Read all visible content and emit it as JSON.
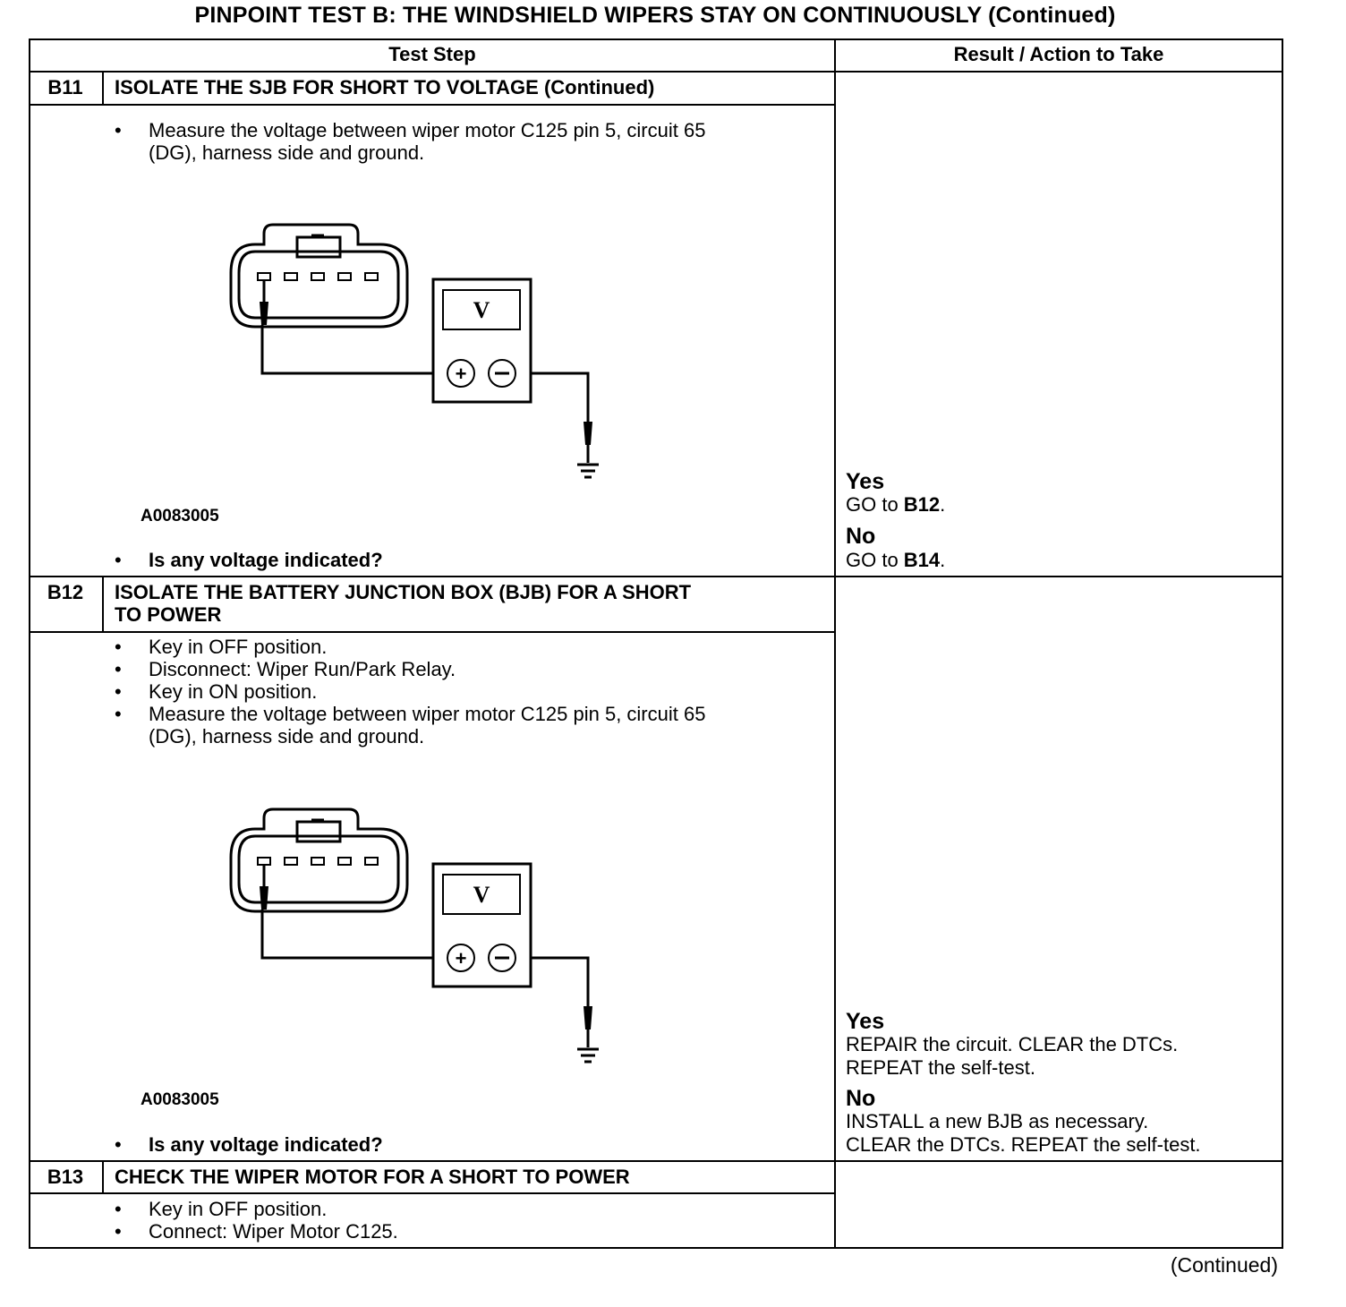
{
  "title": "PINPOINT TEST  B: THE WINDSHIELD WIPERS STAY ON CONTINUOUSLY (Continued)",
  "headers": {
    "test_step": "Test Step",
    "result": "Result / Action to Take"
  },
  "b11": {
    "id": "B11",
    "title": "ISOLATE THE SJB FOR SHORT TO VOLTAGE (Continued)",
    "bullet1_line1": "Measure the voltage between wiper motor C125 pin 5, circuit 65",
    "bullet1_line2": "(DG), harness side and ground.",
    "figure_id": "A0083005",
    "meter_label": "V",
    "question": "Is any voltage indicated?",
    "yes": "Yes",
    "yes_action_pre": "GO to ",
    "yes_action_ref": "B12",
    "yes_action_post": ".",
    "no": "No",
    "no_action_pre": "GO to ",
    "no_action_ref": "B14",
    "no_action_post": "."
  },
  "b12": {
    "id": "B12",
    "title_line1": "ISOLATE THE BATTERY JUNCTION BOX (BJB) FOR A SHORT",
    "title_line2": "TO POWER",
    "bullets": [
      "Key in OFF position.",
      "Disconnect: Wiper Run/Park Relay.",
      "Key in ON position.",
      "Measure the voltage between wiper motor C125 pin 5, circuit 65"
    ],
    "bullet4_line2": "(DG), harness side and ground.",
    "figure_id": "A0083005",
    "meter_label": "V",
    "question": "Is any voltage indicated?",
    "yes": "Yes",
    "yes_line1": "REPAIR the circuit. CLEAR the DTCs.",
    "yes_line2": "REPEAT the self-test.",
    "no": "No",
    "no_line1": "INSTALL a new BJB as necessary.",
    "no_line2": "CLEAR the DTCs. REPEAT the self-test."
  },
  "b13": {
    "id": "B13",
    "title": "CHECK THE WIPER MOTOR FOR A SHORT TO POWER",
    "bullets": [
      "Key in OFF position.",
      "Connect: Wiper Motor C125."
    ]
  },
  "bullet_char": "•",
  "continued": "(Continued)"
}
